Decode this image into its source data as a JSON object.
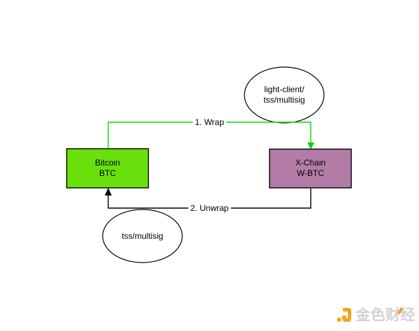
{
  "canvas": {
    "background": "#ffffff"
  },
  "diagram": {
    "nodes": {
      "bitcoin": {
        "line1": "Bitcoin",
        "line2": "BTC",
        "fill": "#69e00c",
        "stroke": "#000000"
      },
      "xchain": {
        "line1": "X-Chain",
        "line2": "W-BTC",
        "fill": "#b27ca6",
        "stroke": "#000000"
      },
      "top_ellipse": {
        "line1": "light-client/",
        "line2": "tss/multisig",
        "fill": "#ffffff",
        "stroke": "#000000"
      },
      "bottom_ellipse": {
        "line1": "tss/multisig",
        "fill": "#ffffff",
        "stroke": "#000000"
      }
    },
    "edges": {
      "wrap": {
        "label": "1. Wrap",
        "color": "#00dd00"
      },
      "unwrap": {
        "label": "2. Unwrap",
        "color": "#000000"
      }
    }
  },
  "watermark": {
    "text": "金色财经",
    "brand_orange": "#f5a31e",
    "text_gray": "#d2d2d2"
  }
}
